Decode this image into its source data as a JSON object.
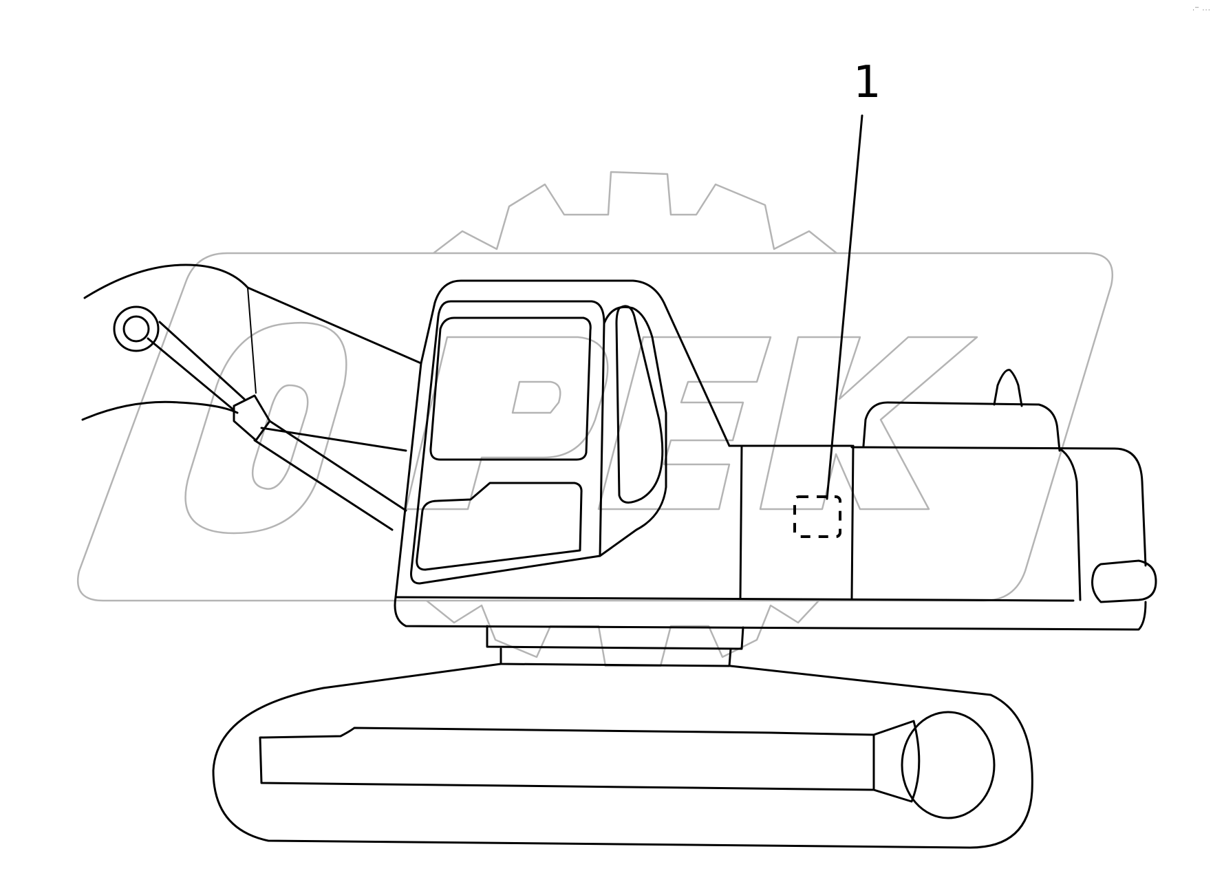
{
  "diagram": {
    "subject": "excavator side view",
    "callouts": [
      {
        "number": "1",
        "target": "label plate on upper structure (dashed box)"
      }
    ],
    "watermark": {
      "text": "OPEX",
      "style": "gear outline with italic outlined letters",
      "color": "#b4b4b4"
    },
    "line_color": "#000000",
    "background": "#ffffff",
    "corner_marks": "·‾ ···"
  }
}
